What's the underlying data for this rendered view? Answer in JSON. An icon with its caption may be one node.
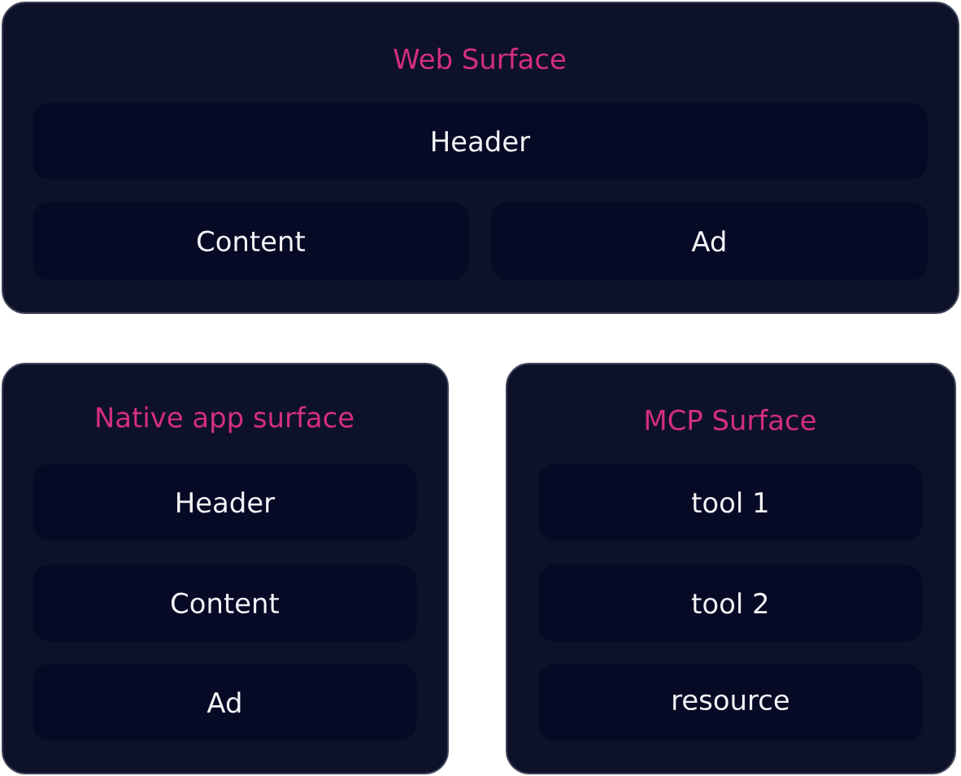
{
  "diagram": {
    "nodes": [
      {
        "text": [
          "Web Surface"
        ]
      },
      {
        "text": [
          "Header"
        ],
        "in": 0
      },
      {
        "text": [
          "Content"
        ],
        "in": 0
      },
      {
        "text": [
          "Ad"
        ],
        "in": 0
      },
      {
        "text": [
          "Native app surface"
        ]
      },
      {
        "text": [
          "Header"
        ],
        "in": 4
      },
      {
        "text": [
          "Content"
        ],
        "in": 4
      },
      {
        "text": [
          "Ad"
        ],
        "in": 4
      },
      {
        "text": [
          "MCP Surface"
        ]
      },
      {
        "text": [
          "tool 1"
        ],
        "in": 8
      },
      {
        "text": [
          "tool 2"
        ],
        "in": 8
      },
      {
        "text": [
          "resource"
        ],
        "in": 8
      }
    ]
  }
}
